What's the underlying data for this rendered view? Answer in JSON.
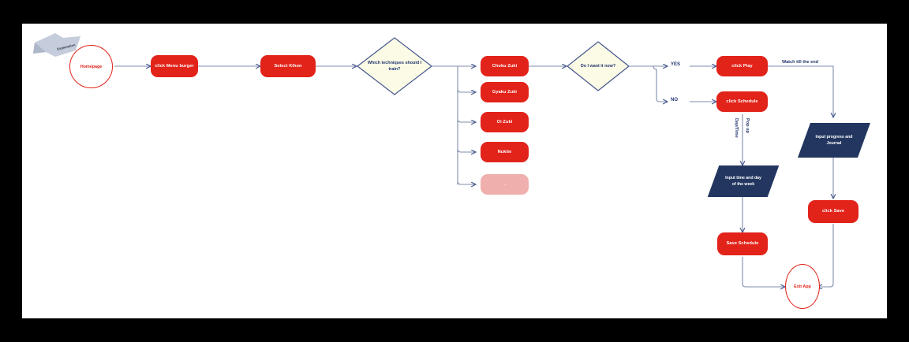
{
  "canvas": {
    "background": "#ffffff",
    "frame_color": "#000000",
    "accent_red": "#E2231A",
    "accent_navy": "#22356F",
    "parallelogram_fill": "#223660",
    "decision_fill": "#FBFBE6",
    "faded_red": "#EFB0AD"
  },
  "ribbon": {
    "label": "Explanation"
  },
  "nodes": {
    "homepage": "Homepage",
    "click_menu_burger": "click Menu burger",
    "select_kihon": "Select Kihon",
    "decision_techniques": "Which techniques should I train?",
    "technique_1": "Choku Zuki",
    "technique_2": "Gyaku Zuki",
    "technique_3": "Oi Zuki",
    "technique_4": "Nukite",
    "technique_5": "...",
    "decision_want_now": "Do I want it now?",
    "click_play": "click Play",
    "click_schedule": "click Schedule",
    "input_time_day": "Input time and day of the week",
    "input_progress_journal": "Input progress and Journal",
    "save_schedule": "Save Schedule",
    "click_save": "click Save",
    "exit_app": "Exit App"
  },
  "edge_labels": {
    "yes": "YES",
    "no": "NO",
    "watch_till_end": "Watch till the end",
    "pop_up": "Pop up",
    "day_time": "Day/Time"
  }
}
